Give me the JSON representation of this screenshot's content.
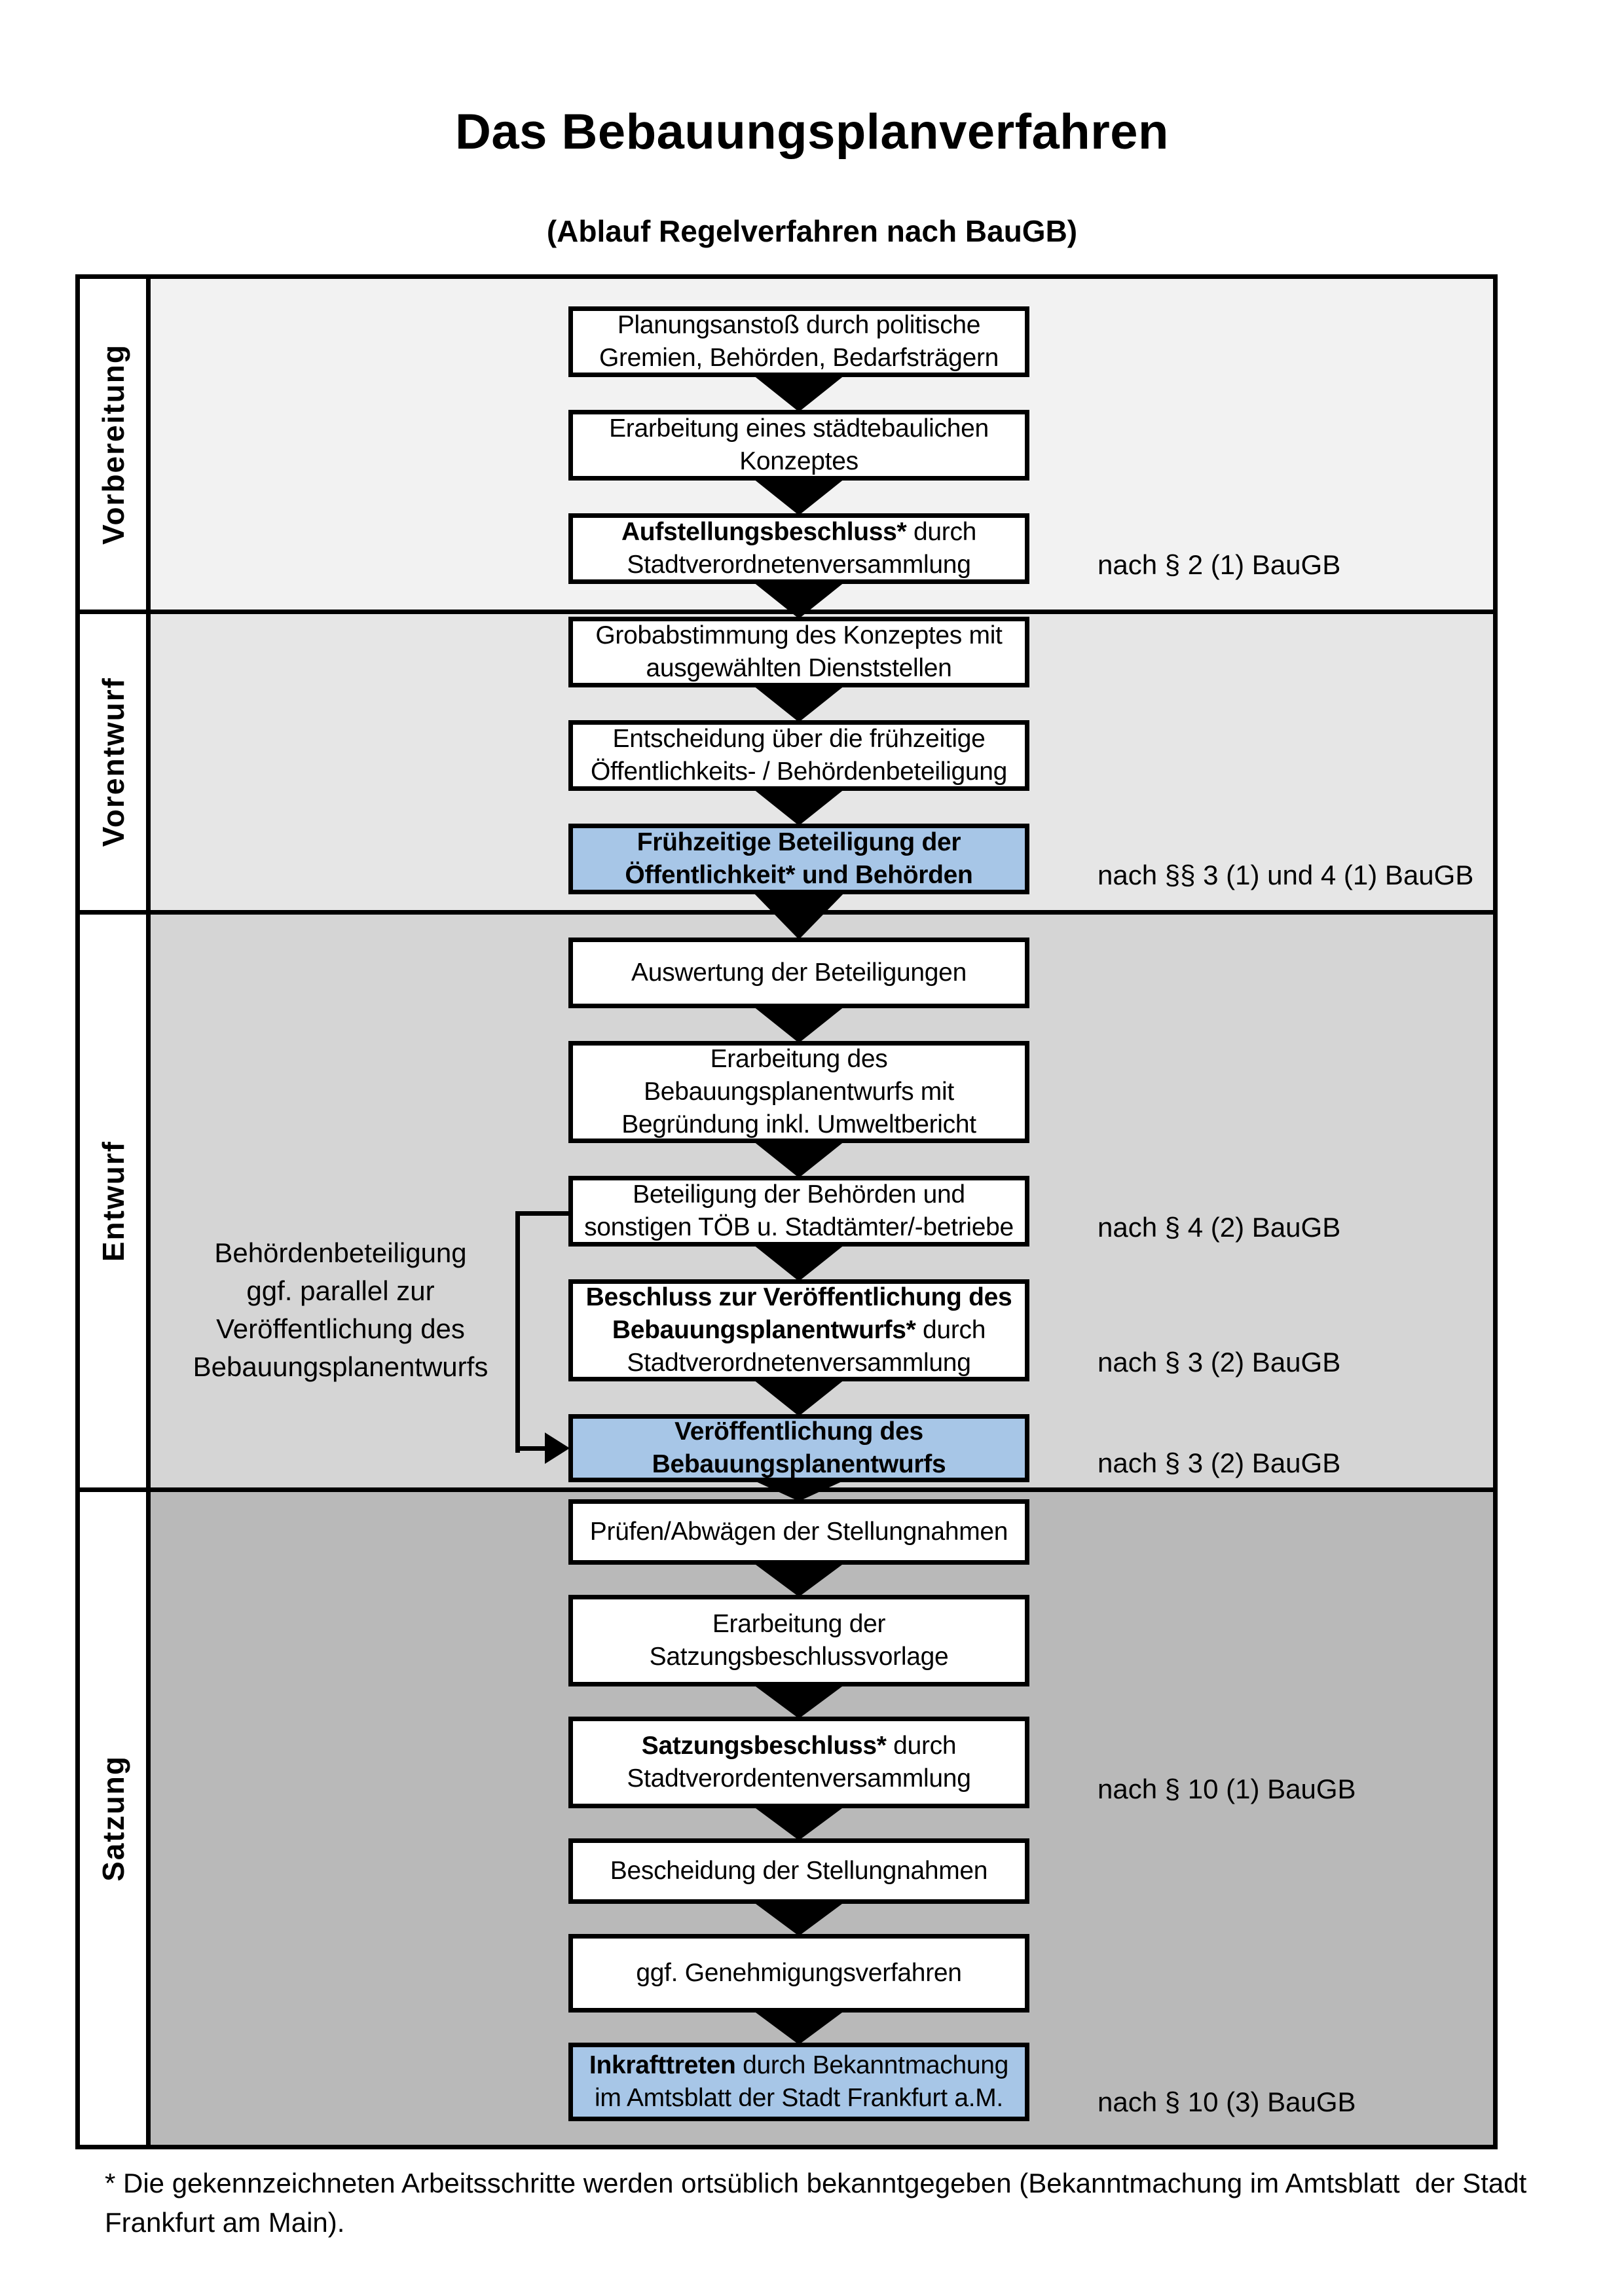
{
  "title": "Das Bebauungsplanverfahren",
  "subtitle": "(Ablauf Regelverfahren nach BauGB)",
  "footnote": "* Die gekennzeichneten Arbeitsschritte werden ortsüblich bekanntgegeben (Bekanntmachung im Amtsblatt  der Stadt\nFrankfurt am Main).",
  "colors": {
    "highlight": "#a7c6e7",
    "box_background": "#ffffff",
    "border": "#000000",
    "vorbereitung_bg": "#f2f2f2",
    "vorentwurf_bg": "#e6e6e6",
    "entwurf_bg": "#d5d5d5",
    "satzung_bg": "#b9b9b9"
  },
  "phases": [
    {
      "label": "Vorbereitung",
      "bg": "#f2f2f2",
      "steps": [
        {
          "lines": [
            [
              {
                "t": "Planungsanstoß durch politische",
                "b": false
              }
            ],
            [
              {
                "t": "Gremien, Behörden, Bedarfsträgern",
                "b": false
              }
            ]
          ]
        },
        {
          "lines": [
            [
              {
                "t": "Erarbeitung eines städtebaulichen",
                "b": false
              }
            ],
            [
              {
                "t": "Konzeptes",
                "b": false
              }
            ]
          ]
        },
        {
          "lines": [
            [
              {
                "t": "Aufstellungsbeschluss*",
                "b": true
              },
              {
                "t": " durch",
                "b": false
              }
            ],
            [
              {
                "t": "Stadtverordnetenversammlung",
                "b": false
              }
            ]
          ],
          "ref": "nach § 2 (1) BauGB"
        }
      ]
    },
    {
      "label": "Vorentwurf",
      "bg": "#e6e6e6",
      "steps": [
        {
          "lines": [
            [
              {
                "t": "Grobabstimmung des Konzeptes mit",
                "b": false
              }
            ],
            [
              {
                "t": "ausgewählten Dienststellen",
                "b": false
              }
            ]
          ]
        },
        {
          "lines": [
            [
              {
                "t": "Entscheidung über die frühzeitige",
                "b": false
              }
            ],
            [
              {
                "t": "Öffentlichkeits- / Behördenbeteiligung",
                "b": false
              }
            ]
          ]
        },
        {
          "highlight": true,
          "lines": [
            [
              {
                "t": "Frühzeitige Beteiligung der",
                "b": true
              }
            ],
            [
              {
                "t": "Öffentlichkeit* und Behörden",
                "b": true
              }
            ]
          ],
          "ref": "nach §§ 3 (1) und 4 (1) BauGB"
        }
      ]
    },
    {
      "label": "Entwurf",
      "bg": "#d5d5d5",
      "steps": [
        {
          "lines": [
            [
              {
                "t": "Auswertung der Beteiligungen",
                "b": false
              }
            ]
          ]
        },
        {
          "lines": [
            [
              {
                "t": "Erarbeitung des",
                "b": false
              }
            ],
            [
              {
                "t": "Bebauungsplanentwurfs mit",
                "b": false
              }
            ],
            [
              {
                "t": "Begründung inkl. Umweltbericht",
                "b": false
              }
            ]
          ]
        },
        {
          "lines": [
            [
              {
                "t": "Beteiligung der Behörden und",
                "b": false
              }
            ],
            [
              {
                "t": "sonstigen TÖB u. Stadtämter/-betriebe",
                "b": false
              }
            ]
          ],
          "ref": "nach § 4 (2) BauGB"
        },
        {
          "lines": [
            [
              {
                "t": "Beschluss zur Veröffentlichung des",
                "b": true
              }
            ],
            [
              {
                "t": "Bebauungsplanentwurfs*",
                "b": true
              },
              {
                "t": " durch",
                "b": false
              }
            ],
            [
              {
                "t": "Stadtverordnetenversammlung",
                "b": false
              }
            ]
          ],
          "ref": "nach § 3 (2) BauGB"
        },
        {
          "highlight": true,
          "lines": [
            [
              {
                "t": "Veröffentlichung des",
                "b": true
              }
            ],
            [
              {
                "t": "Bebauungsplanentwurfs",
                "b": true
              }
            ]
          ],
          "ref": "nach § 3 (2) BauGB"
        }
      ],
      "side_note": {
        "lines": [
          "Behördenbeteiligung",
          "ggf. parallel zur",
          "Veröffentlichung des",
          "Bebauungsplanentwurfs"
        ]
      }
    },
    {
      "label": "Satzung",
      "bg": "#b9b9b9",
      "steps": [
        {
          "lines": [
            [
              {
                "t": "Prüfen/Abwägen der Stellungnahmen",
                "b": false
              }
            ]
          ]
        },
        {
          "lines": [
            [
              {
                "t": "Erarbeitung der",
                "b": false
              }
            ],
            [
              {
                "t": "Satzungsbeschlussvorlage",
                "b": false
              }
            ]
          ]
        },
        {
          "lines": [
            [
              {
                "t": "Satzungsbeschluss*",
                "b": true
              },
              {
                "t": " durch",
                "b": false
              }
            ],
            [
              {
                "t": "Stadtverordentenversammlung",
                "b": false
              }
            ]
          ],
          "ref": "nach § 10 (1) BauGB"
        },
        {
          "lines": [
            [
              {
                "t": "Bescheidung der Stellungnahmen",
                "b": false
              }
            ]
          ]
        },
        {
          "lines": [
            [
              {
                "t": "ggf. Genehmigungsverfahren",
                "b": false
              }
            ]
          ]
        },
        {
          "highlight": true,
          "lines": [
            [
              {
                "t": "Inkrafttreten",
                "b": true
              },
              {
                "t": " durch Bekanntmachung",
                "b": false
              }
            ],
            [
              {
                "t": "im Amtsblatt der Stadt Frankfurt a.M.",
                "b": false
              }
            ]
          ],
          "ref": "nach § 10 (3) BauGB"
        }
      ]
    }
  ]
}
